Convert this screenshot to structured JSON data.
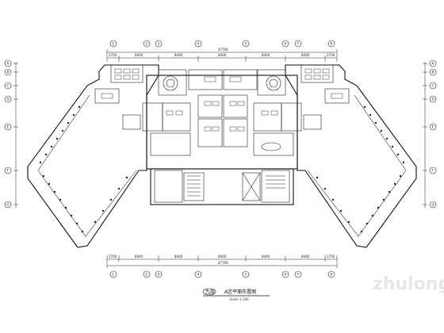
{
  "drawing": {
    "title_prefix": "九层",
    "title_main": "A区平面布置图",
    "scale_note": "Scale 1:100",
    "watermark": "zhulong.com"
  },
  "dimensions": {
    "top_overall": "47700",
    "top_segments": [
      "2700",
      "8400",
      "8400",
      "8400",
      "8400",
      "8400",
      "2700"
    ],
    "bottom_overall": "47700",
    "bottom_segments": [
      "2700",
      "8400",
      "8400",
      "8400",
      "8400",
      "8400",
      "2700"
    ]
  },
  "axes": {
    "columns": [
      "1",
      "2",
      "3",
      "4",
      "5",
      "6",
      "7",
      "8"
    ],
    "rows": [
      "A",
      "B",
      "C",
      "D",
      "E",
      "F",
      "G"
    ]
  }
}
